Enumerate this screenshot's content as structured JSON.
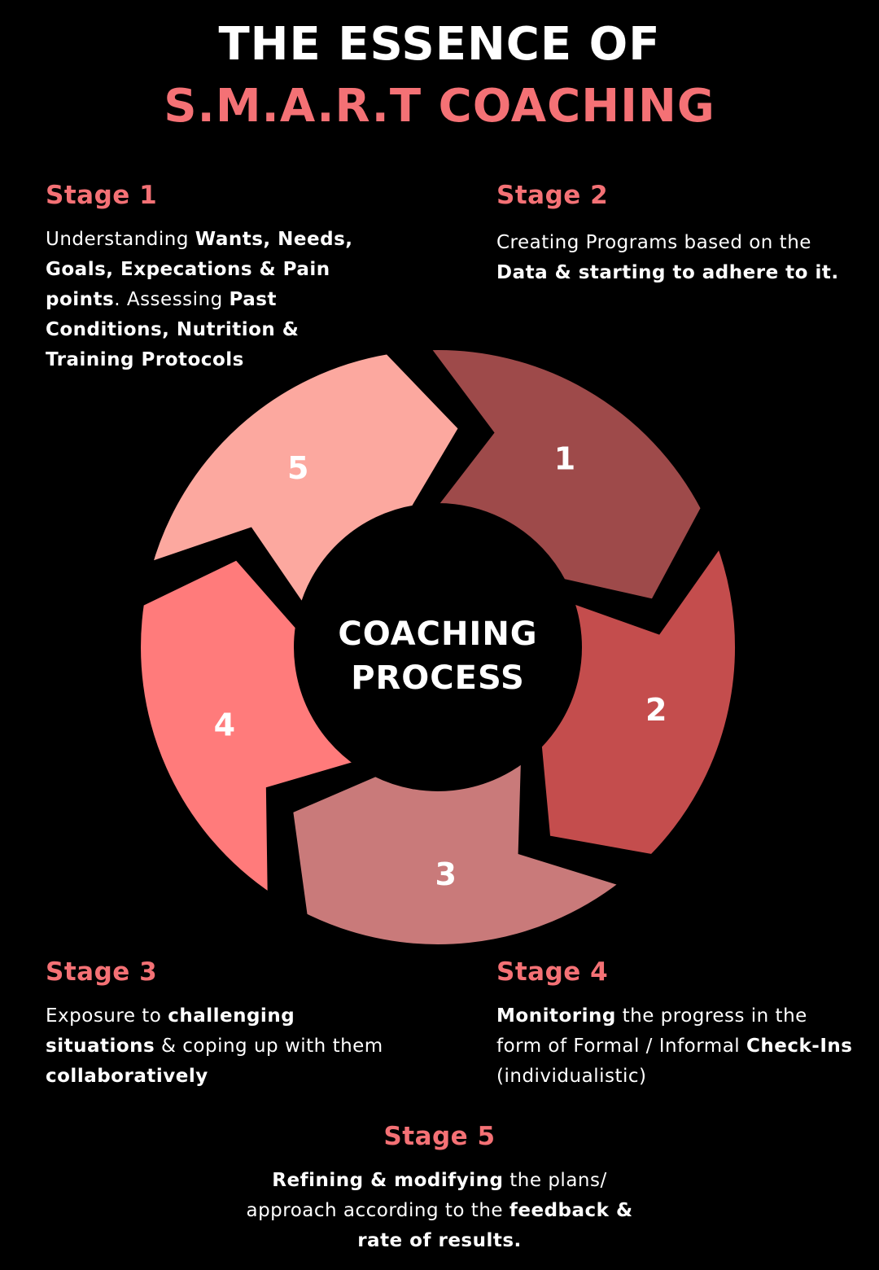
{
  "title": {
    "line1": "THE ESSENCE OF",
    "line2": "S.M.A.R.T COACHING"
  },
  "center": {
    "line1": "COACHING",
    "line2": "PROCESS"
  },
  "colors": {
    "background": "#000000",
    "accent": "#f47175",
    "segment_1": "#9e4a4a",
    "segment_2": "#c44d4d",
    "segment_3": "#c97a7a",
    "segment_4": "#ff7b7b",
    "segment_5": "#fca89f"
  },
  "segments": [
    {
      "number": "1"
    },
    {
      "number": "2"
    },
    {
      "number": "3"
    },
    {
      "number": "4"
    },
    {
      "number": "5"
    }
  ],
  "stages": [
    {
      "heading": "Stage 1",
      "runs": [
        {
          "text": "Understanding ",
          "bold": false
        },
        {
          "text": "Wants, Needs, Goals, Expecations & Pain points",
          "bold": true
        },
        {
          "text": ". Assessing ",
          "bold": false
        },
        {
          "text": "Past Conditions, Nutrition & Training Protocols",
          "bold": true
        }
      ]
    },
    {
      "heading": "Stage 2",
      "runs": [
        {
          "text": "Creating Programs based on the ",
          "bold": false
        },
        {
          "text": "Data & starting to adhere to it.",
          "bold": true
        }
      ]
    },
    {
      "heading": "Stage 3",
      "runs": [
        {
          "text": "Exposure to ",
          "bold": false
        },
        {
          "text": "challenging situations",
          "bold": true
        },
        {
          "text": " & coping up with them ",
          "bold": false
        },
        {
          "text": "collaboratively",
          "bold": true
        }
      ]
    },
    {
      "heading": "Stage 4",
      "runs": [
        {
          "text": "Monitoring",
          "bold": true
        },
        {
          "text": " the progress in the form of Formal / Informal ",
          "bold": false
        },
        {
          "text": "Check-Ins",
          "bold": true
        },
        {
          "text": " (individualistic)",
          "bold": false
        }
      ]
    },
    {
      "heading": "Stage 5",
      "runs": [
        {
          "text": "Refining & modifying",
          "bold": true
        },
        {
          "text": " the plans/ approach according to the ",
          "bold": false
        },
        {
          "text": "feedback & rate of results.",
          "bold": true
        }
      ]
    }
  ]
}
